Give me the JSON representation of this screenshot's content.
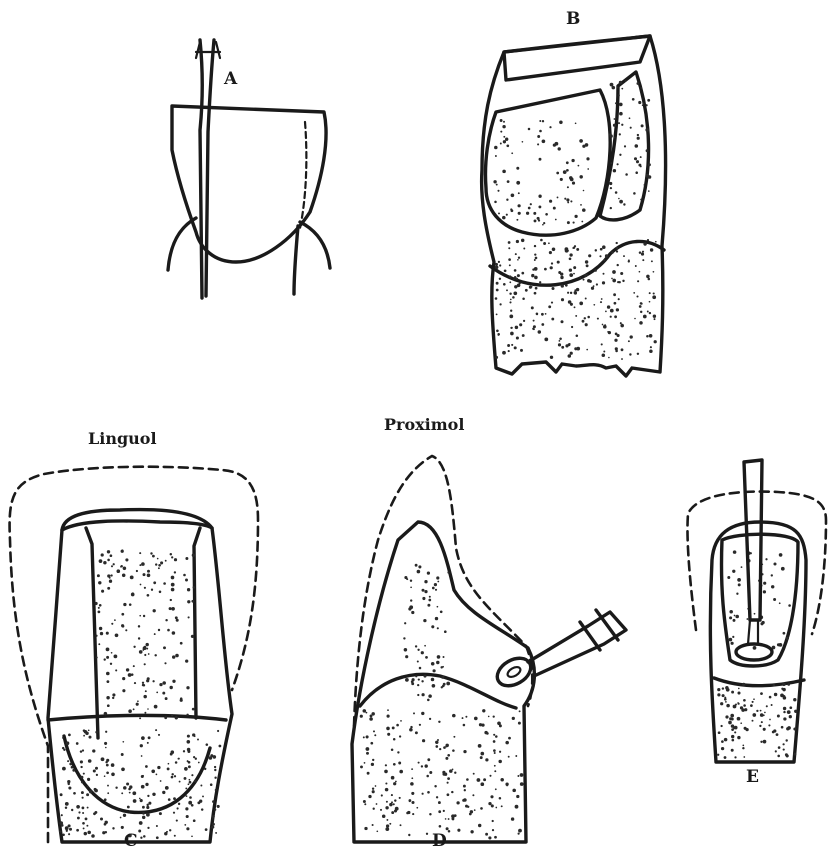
{
  "panels": {
    "a": {
      "label": "A"
    },
    "b": {
      "label": "B"
    },
    "c": {
      "label": "C",
      "caption": "Linguol"
    },
    "d": {
      "label": "D",
      "caption": "Proximol"
    },
    "e": {
      "label": "E"
    }
  },
  "colors": {
    "ink": "#1a1a1a",
    "stipple": "#2a2a2a",
    "paper": "#ffffff"
  }
}
